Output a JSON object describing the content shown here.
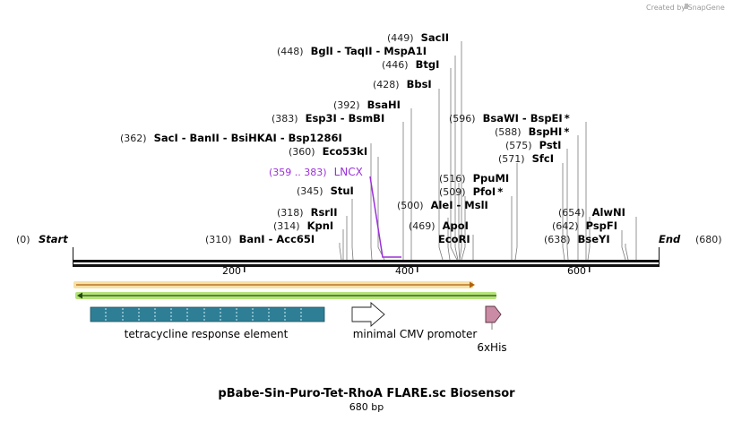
{
  "credit": "Created by SnapGene",
  "title": "pBabe-Sin-Puro-Tet-RhoA FLARE.sc Biosensor",
  "length_label": "680 bp",
  "start_pos": "(0)",
  "start_label": "Start",
  "end_label": "End",
  "end_pos": "(680)",
  "ticks": [
    "200",
    "400",
    "600"
  ],
  "features": {
    "tre": "tetracycline response element",
    "cmv": "minimal CMV promoter",
    "his": "6xHis"
  },
  "colors": {
    "tre": "#2e7f96",
    "cmv_arrow": "#ffffff",
    "his": "#c98ca4",
    "orange_arrow": "#e8a33a",
    "green_arrow": "#8ed24a",
    "lncx": "#9b30d9"
  },
  "sites": [
    {
      "pos": "(449)",
      "name": "SacII"
    },
    {
      "pos": "(448)",
      "name": "BglI - TaqII - MspA1I"
    },
    {
      "pos": "(446)",
      "name": "BtgI"
    },
    {
      "pos": "(428)",
      "name": "BbsI"
    },
    {
      "pos": "(392)",
      "name": "BsaHI"
    },
    {
      "pos": "(383)",
      "name": "Esp3I - BsmBI"
    },
    {
      "pos": "(362)",
      "name": "SacI - BanII - BsiHKAI - Bsp1286I"
    },
    {
      "pos": "(360)",
      "name": "Eco53kI"
    },
    {
      "pos": "(359 .. 383)",
      "name": "LNCX"
    },
    {
      "pos": "(345)",
      "name": "StuI"
    },
    {
      "pos": "(318)",
      "name": "RsrII"
    },
    {
      "pos": "(314)",
      "name": "KpnI"
    },
    {
      "pos": "(310)",
      "name": "BanI - Acc65I"
    },
    {
      "pos": "(596)",
      "name": "BsaWI - BspEI",
      "mark": "*"
    },
    {
      "pos": "(588)",
      "name": "BspHI",
      "mark": "*"
    },
    {
      "pos": "(575)",
      "name": "PstI"
    },
    {
      "pos": "(571)",
      "name": "SfcI"
    },
    {
      "pos": "(516)",
      "name": "PpuMI"
    },
    {
      "pos": "(509)",
      "name": "PfoI",
      "mark": "*"
    },
    {
      "pos": "(500)",
      "name": "AleI - MslI"
    },
    {
      "pos": "(469)",
      "name": "ApoI"
    },
    {
      "pos": "",
      "name": "EcoRI"
    },
    {
      "pos": "(654)",
      "name": "AlwNI"
    },
    {
      "pos": "(642)",
      "name": "PspFI"
    },
    {
      "pos": "(638)",
      "name": "BseYI"
    }
  ]
}
